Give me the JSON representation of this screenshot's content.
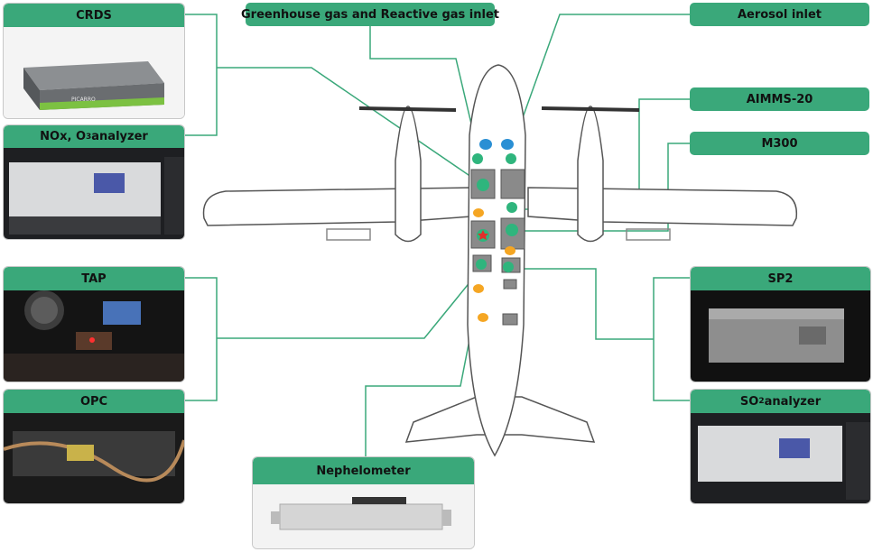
{
  "labels": {
    "crds": "CRDS",
    "nox": "NOx, O",
    "nox_sub": "3",
    "nox_tail": " analyzer",
    "tap": "TAP",
    "opc": "OPC",
    "nephelometer": "Nephelometer",
    "inlet_gas": "Greenhouse gas and Reactive gas inlet",
    "inlet_aerosol": "Aerosol inlet",
    "aimms": "AIMMS-20",
    "m300": "M300",
    "sp2": "SP2",
    "so2": "SO",
    "so2_sub": "2",
    "so2_tail": " analyzer"
  },
  "photo_text": {
    "crds_brand": "PICARRO"
  },
  "colors": {
    "accent": "#3aa87a",
    "line": "#3aa87a",
    "instrument_dot": "#2fb57d",
    "gas_inlet_dot": "#2a8fd4",
    "seat_dot": "#f5a623",
    "star": "#e0302a",
    "equipment": "#8a8a8a"
  }
}
